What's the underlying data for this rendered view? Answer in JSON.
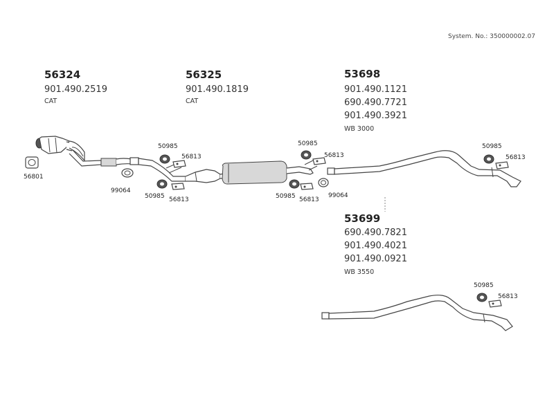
{
  "system_no": "System. No.: 350000002.07",
  "groups": [
    {
      "part": "56324",
      "refs": [
        "901.490.2519"
      ],
      "note": "CAT"
    },
    {
      "part": "56325",
      "refs": [
        "901.490.1819"
      ],
      "note": "CAT"
    },
    {
      "part": "53698",
      "refs": [
        "901.490.1121",
        "690.490.7721",
        "901.490.3921"
      ],
      "note": "WB 3000"
    },
    {
      "part": "53699",
      "refs": [
        "690.490.7821",
        "901.490.4021",
        "901.490.0921"
      ],
      "note": "WB 3550"
    }
  ],
  "callouts": {
    "clamp_ring": "56801",
    "clamp_a": "99064",
    "clamp_b": "99064",
    "hanger_1": "50985",
    "bracket_1": "56813",
    "hanger_2": "50985",
    "bracket_2": "56813",
    "hanger_3": "50985",
    "bracket_3": "56813",
    "hanger_4": "50985",
    "bracket_4": "56813",
    "hanger_5": "50985",
    "bracket_5": "56813",
    "hanger_6": "50985",
    "bracket_6": "56813"
  }
}
